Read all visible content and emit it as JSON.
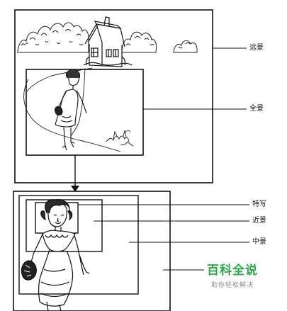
{
  "labels": {
    "long_shot": "远景",
    "full_shot": "全景",
    "close_up": "特写",
    "medium_close": "近景",
    "medium_shot": "中景"
  },
  "watermark": {
    "brand": "百科全说",
    "tagline": "助你轻松解决",
    "brand_color": "#2aa84a"
  }
}
